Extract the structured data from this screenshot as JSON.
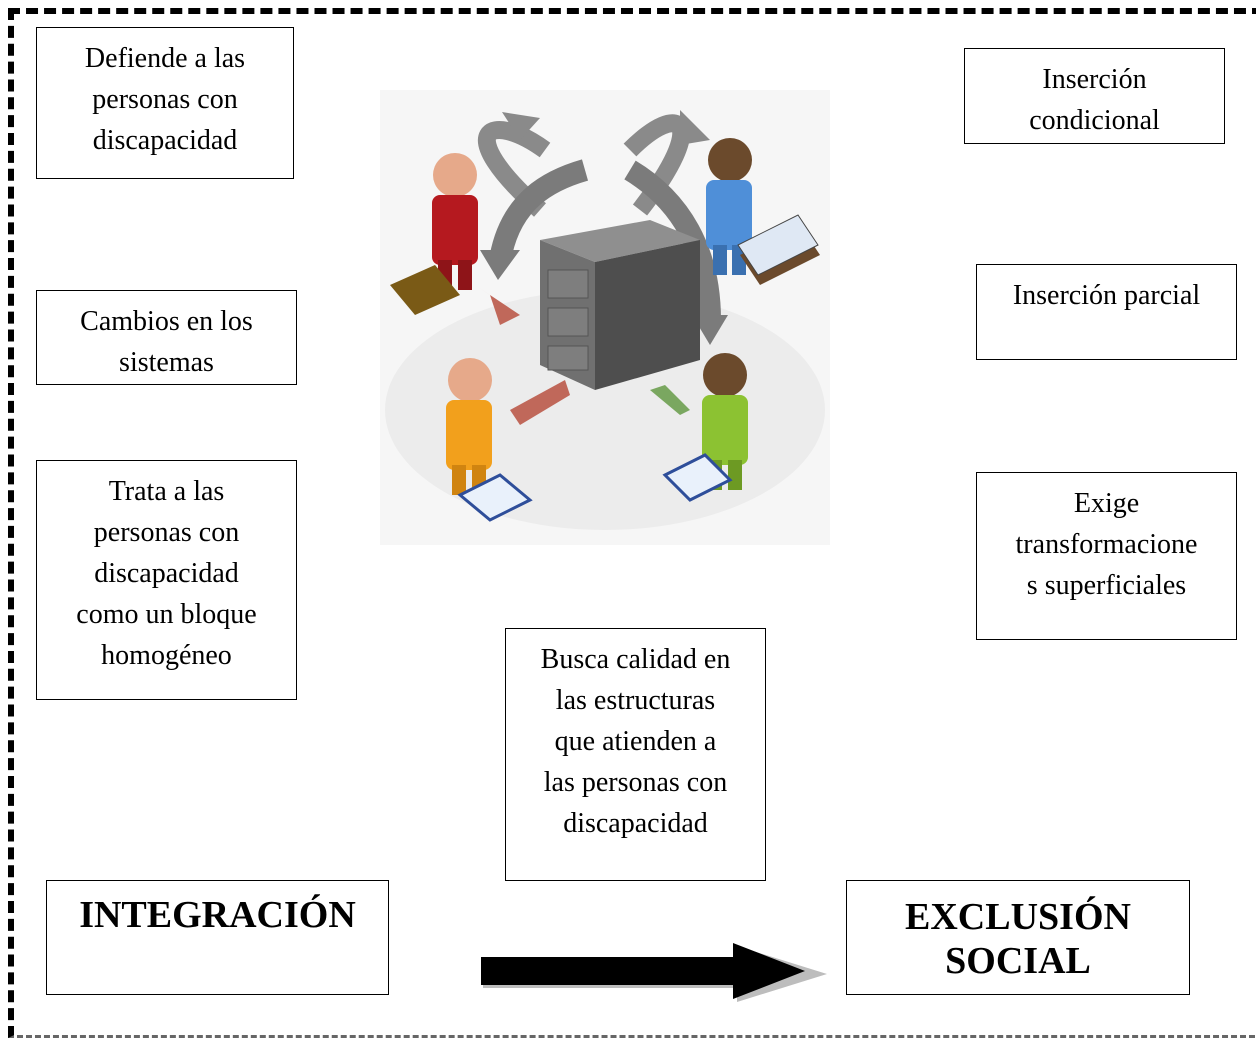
{
  "left_boxes": {
    "box1": [
      "Defiende a las",
      "personas con",
      "discapacidad"
    ],
    "box2": [
      "Cambios en los",
      "sistemas"
    ],
    "box3": [
      "Trata a las",
      "personas con",
      "discapacidad",
      "como un bloque",
      "homogéneo"
    ]
  },
  "right_boxes": {
    "box1": [
      "Inserción",
      "condicional"
    ],
    "box2": [
      "Inserción parcial"
    ],
    "box3": [
      "Exige",
      "transformacione",
      "s superficiales"
    ]
  },
  "center_box": [
    "Busca calidad en",
    "las estructuras",
    "que atienden a",
    "las personas con",
    "discapacidad"
  ],
  "integration_label": "INTEGRACIÓN",
  "exclusion_label": [
    "EXCLUSIÓN",
    "SOCIAL"
  ],
  "colors": {
    "red_person": "#b5191f",
    "blue_person": "#4f8fd8",
    "orange_person": "#f2a01c",
    "green_person": "#8cc232",
    "cabinet": "#5b5b5b",
    "arrow_gray": "#8a8a8a"
  },
  "icons": [
    "people-exchange-illustration",
    "right-arrow-icon"
  ]
}
